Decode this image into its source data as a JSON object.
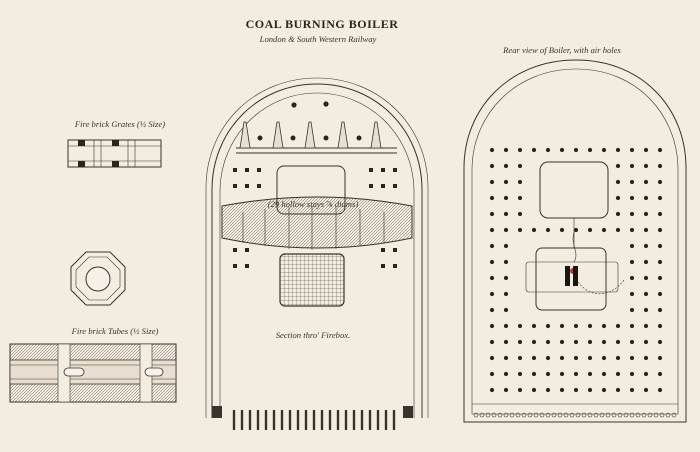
{
  "plate": {
    "title": "COAL BURNING BOILER",
    "subtitle": "London & South Western Railway"
  },
  "labels": {
    "grates": "Fire brick Grates (½ Size)",
    "tubes": "Fire brick Tubes (½ Size)",
    "stays": "(29 hollow stays ⅞ diams)",
    "section": "Section thro' Firebox.",
    "rear": "Rear view of Boiler, with air holes"
  },
  "colors": {
    "paper": "#f3ece1",
    "ink": "#2b2520",
    "accent_red": "#c0392b"
  }
}
